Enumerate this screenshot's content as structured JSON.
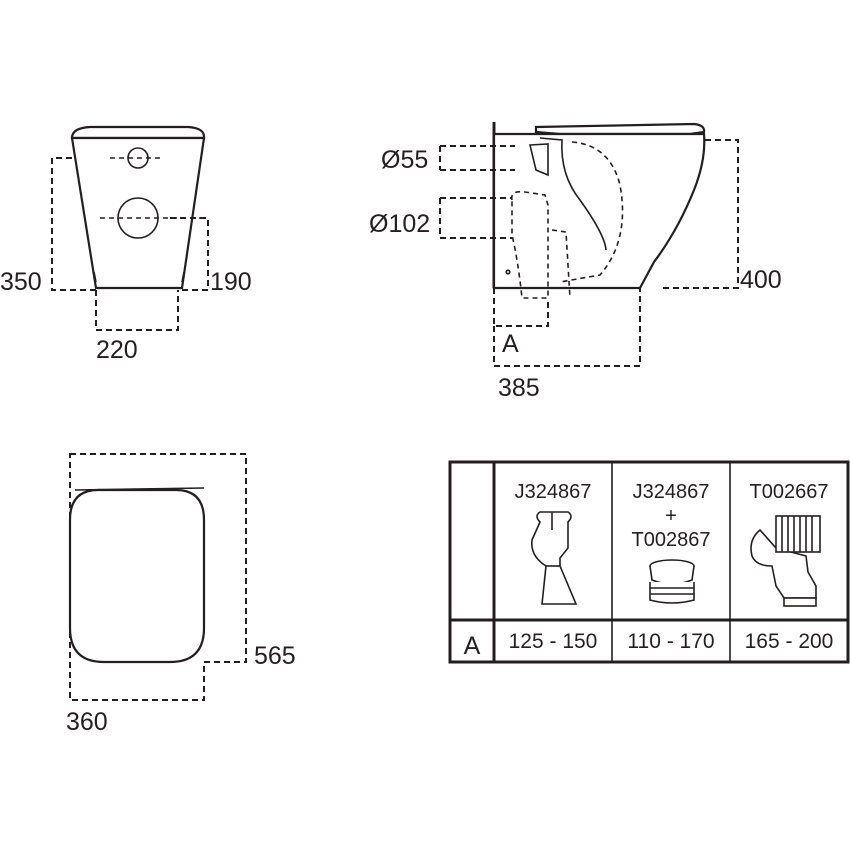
{
  "front_view": {
    "dim_height_total": "350",
    "dim_height_outlet": "190",
    "dim_width_base": "220"
  },
  "side_view": {
    "dim_inlet_diameter": "Ø55",
    "dim_outlet_diameter": "Ø102",
    "dim_height": "400",
    "dim_depth": "385",
    "dim_label_a": "A"
  },
  "top_view": {
    "dim_depth": "565",
    "dim_width": "360"
  },
  "connector_table": {
    "row_label": "A",
    "columns": [
      {
        "code_line1": "J324867",
        "code_line2": "",
        "code_line3": "",
        "range": "125 - 150"
      },
      {
        "code_line1": "J324867",
        "code_line2": "+",
        "code_line3": "T002867",
        "range": "110 - 170"
      },
      {
        "code_line1": "T002667",
        "code_line2": "",
        "code_line3": "",
        "range": "165 - 200"
      }
    ]
  }
}
